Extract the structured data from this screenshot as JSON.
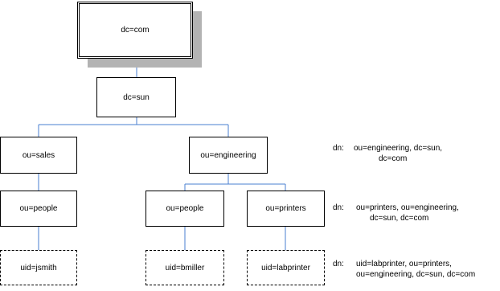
{
  "nodes": {
    "dc_com": "dc=com",
    "dc_sun": "dc=sun",
    "ou_sales": "ou=sales",
    "ou_engineering": "ou=engineering",
    "ou_people_sales": "ou=people",
    "ou_people_eng": "ou=people",
    "ou_printers": "ou=printers",
    "uid_jsmith": "uid=jsmith",
    "uid_bmiller": "uid=bmiller",
    "uid_labprinter": "uid=labprinter"
  },
  "dn_annotations": [
    {
      "label": "dn:",
      "line1": "ou=engineering, dc=sun,",
      "line2": "dc=com"
    },
    {
      "label": "dn:",
      "line1": "ou=printers, ou=engineering,",
      "line2": "dc=sun, dc=com"
    },
    {
      "label": "dn:",
      "line1": "uid=labprinter, ou=printers,",
      "line2": "ou=engineering, dc=sun, dc=com"
    }
  ],
  "colors": {
    "connector": "#4a7fd1",
    "box_border": "#000000",
    "shadow": "#b3b3b3"
  }
}
